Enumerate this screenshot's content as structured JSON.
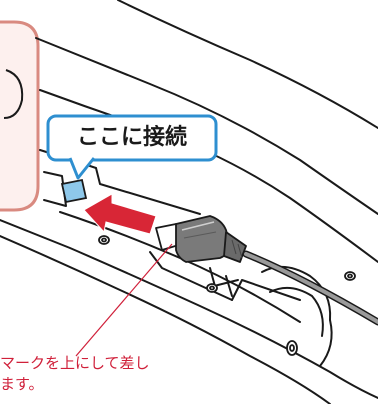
{
  "callout": {
    "label": "ここに接続"
  },
  "note": {
    "lines": [
      "マークを上にして差し",
      "ます。"
    ]
  },
  "colors": {
    "highlight_border": "#d98a80",
    "highlight_fill": "#fdf0ee",
    "callout_border": "#2e8fd0",
    "arrow": "#d82636",
    "leader_line": "#d0203a",
    "note_text": "#d0203a",
    "port": "#8ec8ea",
    "outline": "#1a1a1a"
  },
  "icons": {
    "arrow": "insert-direction-arrow",
    "plug": "usb-plug-icon"
  }
}
